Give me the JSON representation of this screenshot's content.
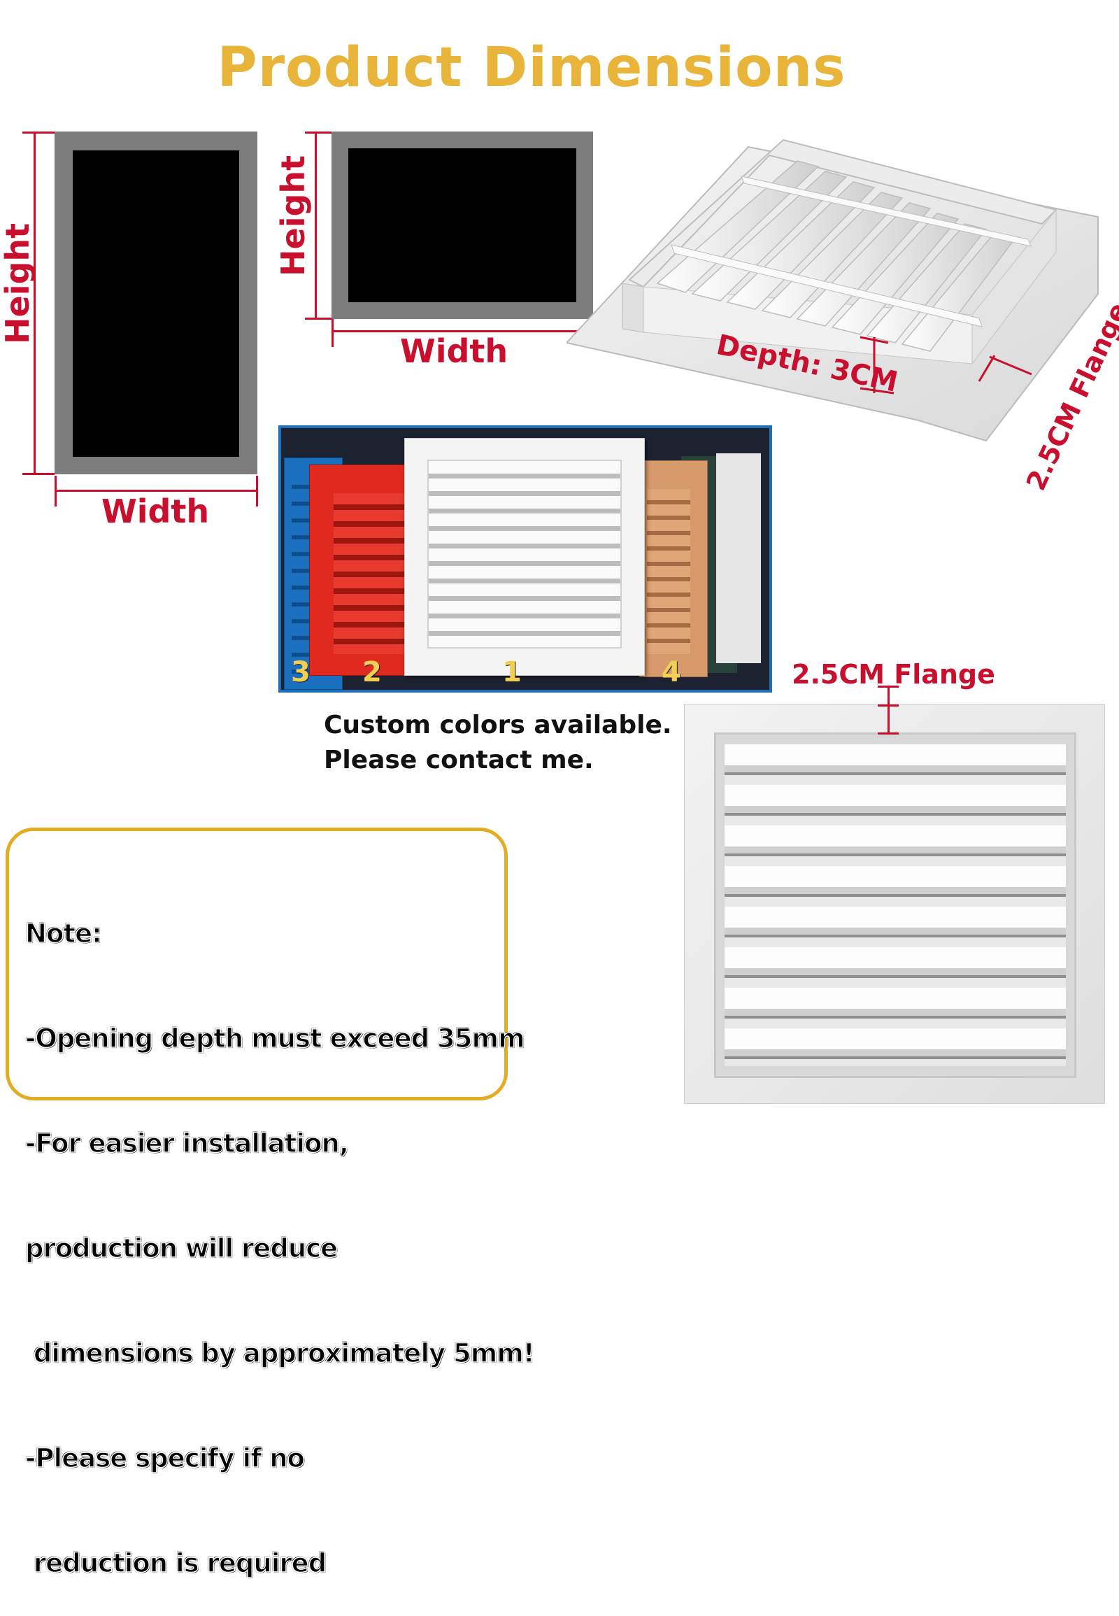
{
  "title": "Product Dimensions",
  "colors": {
    "title": "#e8b53a",
    "dimension_red": "#c8102e",
    "note_border": "#e2ac23",
    "frame_gray": "#7d7d7d"
  },
  "diagram_tall": {
    "height_label": "Height",
    "width_label": "Width"
  },
  "diagram_wide": {
    "height_label": "Height",
    "width_label": "Width"
  },
  "vent_3d": {
    "depth_label": "Depth: 3CM",
    "flange_label": "2.5CM Flange"
  },
  "color_samples": {
    "numbers": [
      "3",
      "2",
      "1",
      "4"
    ],
    "swatch_colors": [
      "#1a6fbf",
      "#e02a1f",
      "#f4f4f4",
      "#d79a6b",
      "#28413a",
      "#e6e6e6"
    ]
  },
  "custom_colors": {
    "line1": "Custom colors available.",
    "line2": "Please contact me."
  },
  "front_vent": {
    "flange_label": "2.5CM Flange"
  },
  "note": {
    "heading": "Note:",
    "lines": [
      "-Opening depth must exceed 35mm",
      "-For easier installation,",
      "production will reduce",
      " dimensions by approximately 5mm!",
      "-Please specify if no",
      " reduction is required"
    ]
  }
}
